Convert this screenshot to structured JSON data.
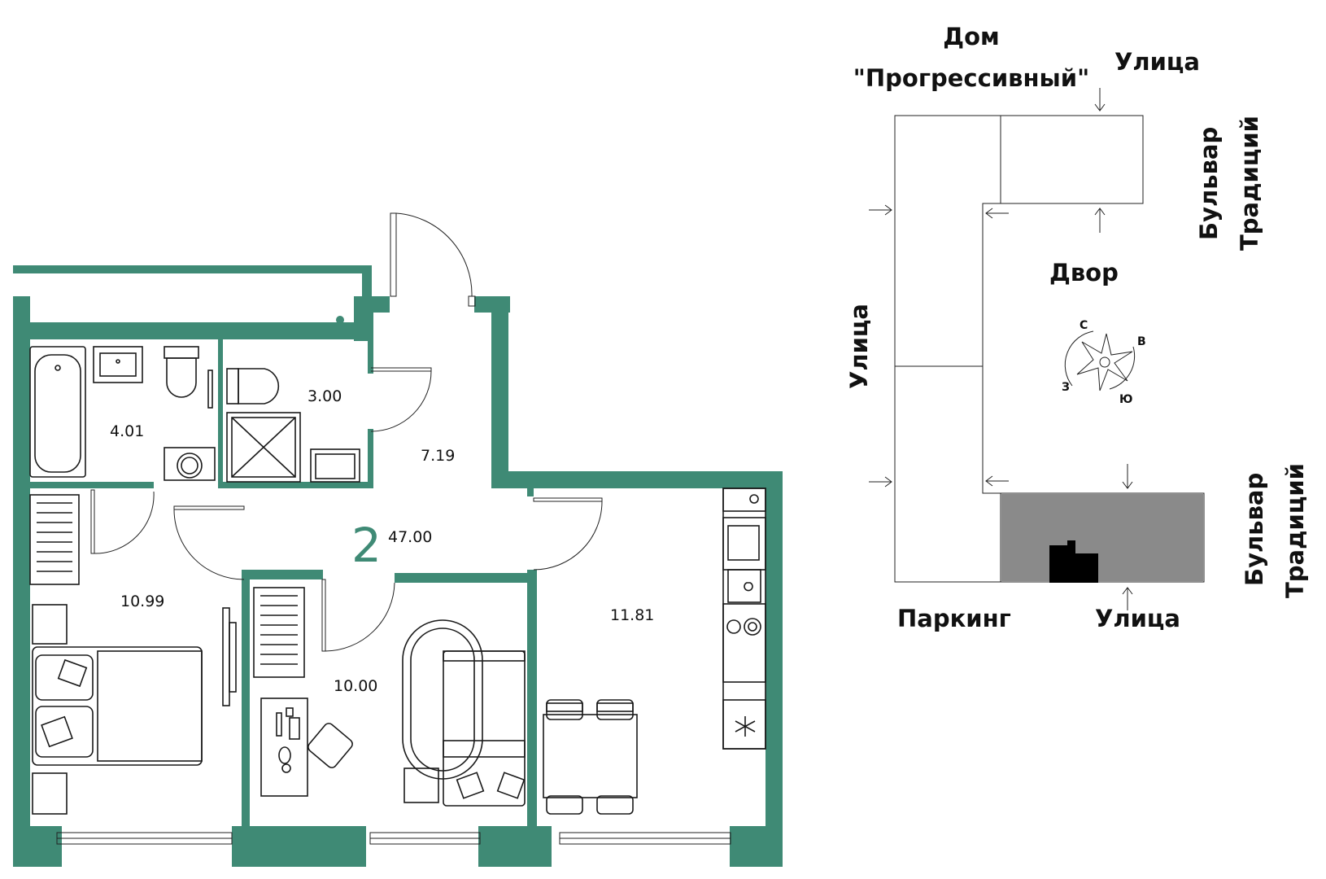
{
  "plan": {
    "room_count": "2",
    "total_area": "47.00",
    "rooms": {
      "bathroom": "4.01",
      "wc": "3.00",
      "hall": "7.19",
      "bedroom": "10.99",
      "study": "10.00",
      "kitchen": "11.81"
    }
  },
  "site": {
    "building": {
      "line1": "Дом",
      "line2": "\"Прогрессивный\""
    },
    "labels": {
      "street_top": "Улица",
      "street_left": "Улица",
      "street_bottom": "Улица",
      "boulevard_top": {
        "line1": "Бульвар",
        "line2": "Традиций"
      },
      "boulevard_bottom": {
        "line1": "Бульвар",
        "line2": "Традиций"
      },
      "courtyard": "Двор",
      "parking": "Паркинг"
    },
    "compass": {
      "n": "С",
      "e": "В",
      "s": "Ю",
      "w": "З"
    }
  },
  "colors": {
    "wall": "#3f8a75",
    "highlight": "#8a8a8a",
    "marker": "#000000"
  }
}
